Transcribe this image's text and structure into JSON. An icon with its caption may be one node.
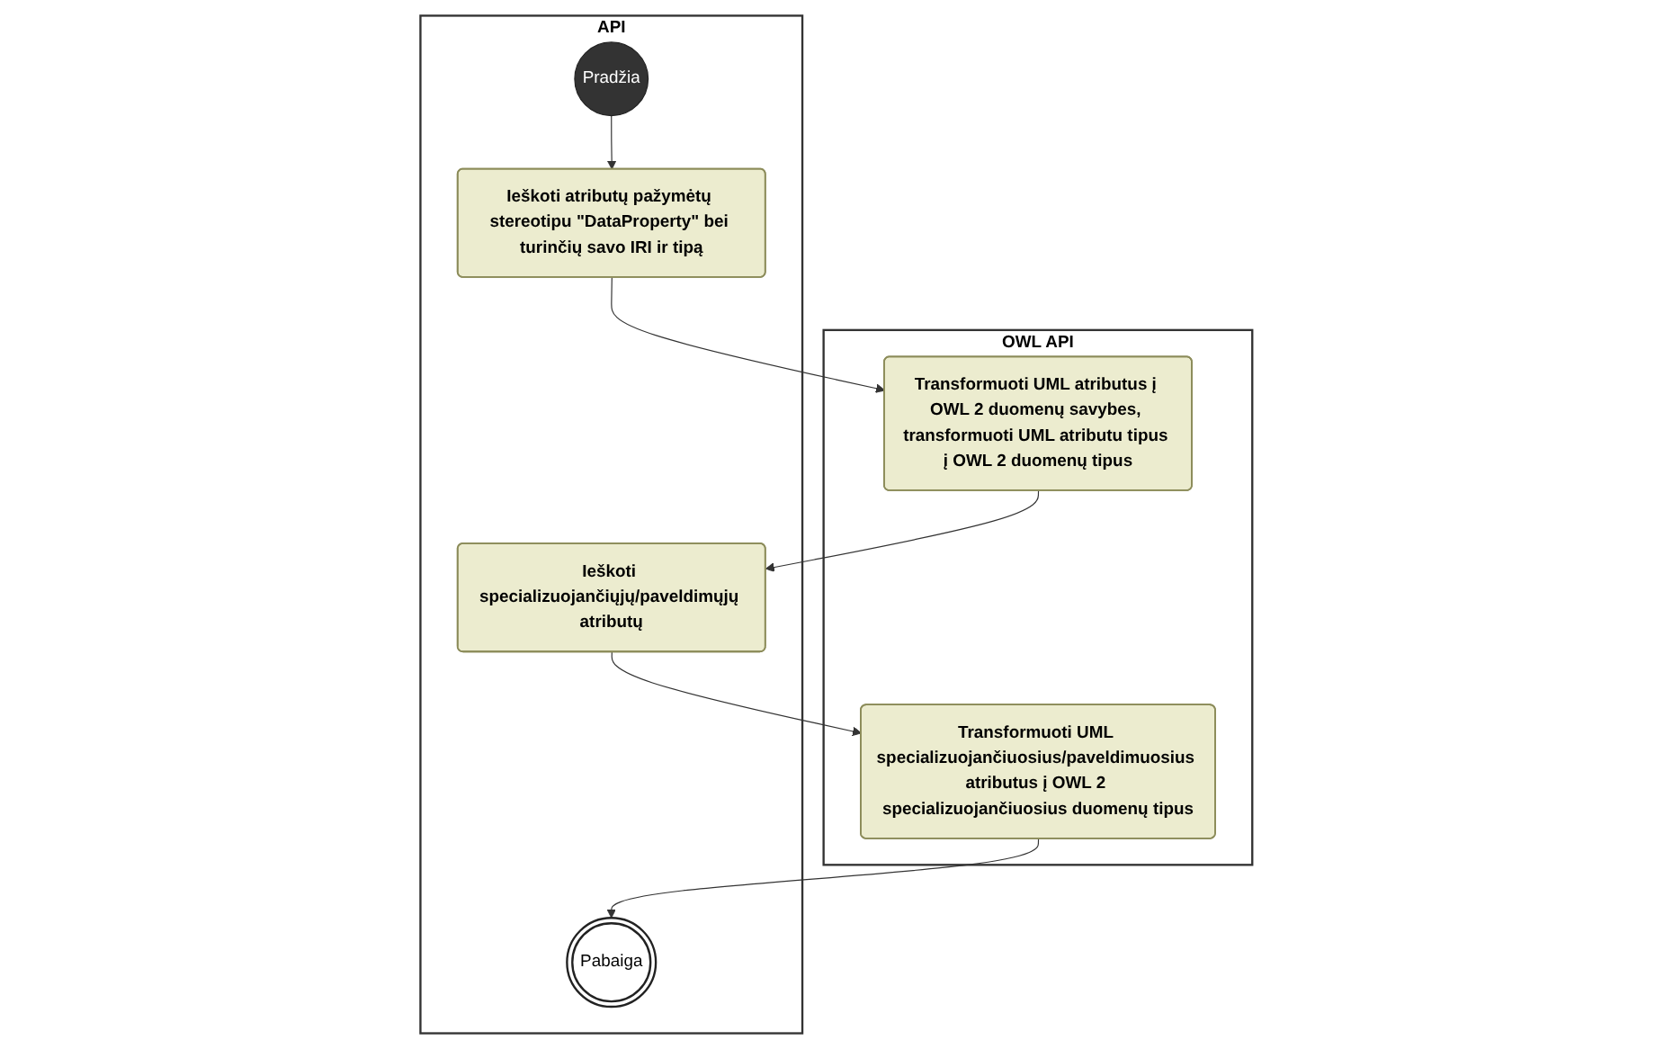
{
  "diagram": {
    "nodes": [
      {
        "text": [
          "API"
        ]
      },
      {
        "text": [
          "OWL API"
        ]
      },
      {
        "text": [
          "Pradžia"
        ],
        "in": 0
      },
      {
        "text": [
          "Ieškoti atributų pažymėtų stereotipu \"DataProperty\" bei turinčių savo IRI ir tipą"
        ],
        "in": 0
      },
      {
        "text": [
          "Transformuoti UML atributus į OWL 2 duomenų savybes, transformuoti UML atributu tipus į OWL 2 duomenų tipus"
        ],
        "in": 1
      },
      {
        "text": [
          "Ieškoti specializuojančiųjų/paveldimųjų atributų"
        ],
        "in": 0
      },
      {
        "text": [
          "Transformuoti UML specializuojančiuosius/paveldimuosius atributus į OWL 2 specializuojančiuosius duomenų tipus"
        ],
        "in": 1
      },
      {
        "text": [
          "Pabaiga"
        ],
        "in": 0
      }
    ],
    "edges": [
      {
        "from": 2,
        "to": 3,
        "arrow": "to"
      },
      {
        "from": 3,
        "to": 4,
        "arrow": "to"
      },
      {
        "from": 4,
        "to": 5,
        "arrow": "to"
      },
      {
        "from": 5,
        "to": 6,
        "arrow": "to"
      },
      {
        "from": 6,
        "to": 7,
        "arrow": "to"
      }
    ]
  }
}
